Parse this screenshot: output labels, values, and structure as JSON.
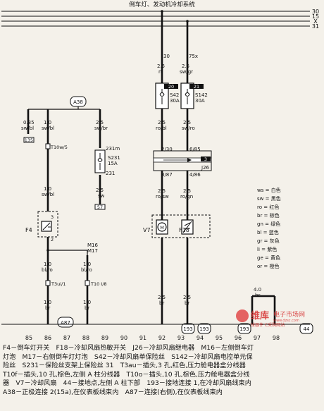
{
  "title": "倒车灯、发动机冷却系统",
  "bus_labels": [
    "30",
    "15",
    "X",
    "31"
  ],
  "center_box": "A38",
  "upper_wire_labels": [
    "30",
    "75x"
  ],
  "fuses": [
    {
      "id": "20",
      "name": "S42",
      "rating": "30A",
      "top": "2.5",
      "code": "rt"
    },
    {
      "id": "21",
      "name": "S142",
      "rating": "30A",
      "top": "2.5",
      "code": "sw/gr"
    }
  ],
  "left_wires": [
    {
      "size": "0.35",
      "code": "sw/bl",
      "terminal": "135"
    },
    {
      "size": "1.0",
      "code": "sw/bl",
      "terminal": "T10w/5"
    },
    {
      "size": "2.5",
      "code": "sw/br",
      "terminal": "231m"
    }
  ],
  "fuse_s231": {
    "name": "S231",
    "rating": "15A",
    "lower": "231"
  },
  "s231_bottom": {
    "size": "2.5",
    "code": "sw",
    "terminal": "57"
  },
  "relay_block": {
    "name": "J26",
    "left_top": "2/30",
    "left_bottom": "8/87",
    "right_top": "6/85",
    "right_bottom": "4/86",
    "marker": "3"
  },
  "mid_wires": [
    {
      "size": "2.5",
      "code": "ro/bl"
    },
    {
      "size": "2.5",
      "code": "sw/ro"
    },
    {
      "size": "2.5",
      "code": "ro/sw"
    },
    {
      "size": "2.5",
      "code": "ro/gn"
    }
  ],
  "f4_wire": {
    "size": "1.0",
    "code": "sw/bl"
  },
  "components": [
    "F4",
    "V7",
    "F18",
    "M16",
    "M17"
  ],
  "m_labels": [
    "M16",
    "M17"
  ],
  "bottom_left_wires": [
    {
      "size": "1.0",
      "code": "bl/ro",
      "terminal": "T3ui/1"
    },
    {
      "size": "1.0",
      "code": "bl/ro",
      "terminal": "T10 I/8"
    },
    {
      "size": "1.0",
      "code": "br"
    },
    {
      "size": "1.0",
      "code": "br"
    }
  ],
  "bottom_mid_wires": [
    {
      "size": "2.5",
      "code": "br"
    },
    {
      "size": "2.5",
      "code": "br"
    },
    {
      "size": "4.0",
      "code": "br"
    }
  ],
  "ground_labels": [
    "A87",
    "193",
    "193",
    "193",
    "44"
  ],
  "color_legend": [
    "ws = 白色",
    "sw = 黑色",
    "ro = 红色",
    "br = 棕色",
    "gn = 绿色",
    "bl = 蓝色",
    "gr = 灰色",
    "li = 紫色",
    "ge = 黄色",
    "or = 橙色"
  ],
  "bottom_numbers": [
    "85",
    "86",
    "87",
    "88",
    "89",
    "90",
    "91",
    "92",
    "93",
    "94",
    "95",
    "96",
    "97",
    "98"
  ],
  "watermark_main": "维库",
  "watermark_sub": "电子市场网",
  "watermark_url": "www.dzsc.com",
  "watermark_line2": "球器件  C采购网站",
  "caption_lines": [
    "F4－倒车灯开关　F18－冷却风扇热敏开关　J26－冷却风扇继电器　M16－左侧倒车灯",
    "灯泡　M17－右侧倒车灯灯泡　S42－冷却风扇单保险丝　S142－冷却风扇电控单元保",
    "险丝　S231－保险丝支架上保险丝 31　T3au－插头,3 孔,红色,压力舱电器盒分线器",
    "T10f－插头,10 孔,棕色,左侧 A 柱分线器　T10o－插头,10 孔,棕色,压力舱电器盒分线",
    "器　V7－冷却风扇　44－接地点,左侧 A 柱下部　193－接地连接 1,在冷却风扇线束内",
    "A38－正极连接 2(15a),在仪表板线束内　A87－连接(右侧),在仪表板线束内"
  ]
}
